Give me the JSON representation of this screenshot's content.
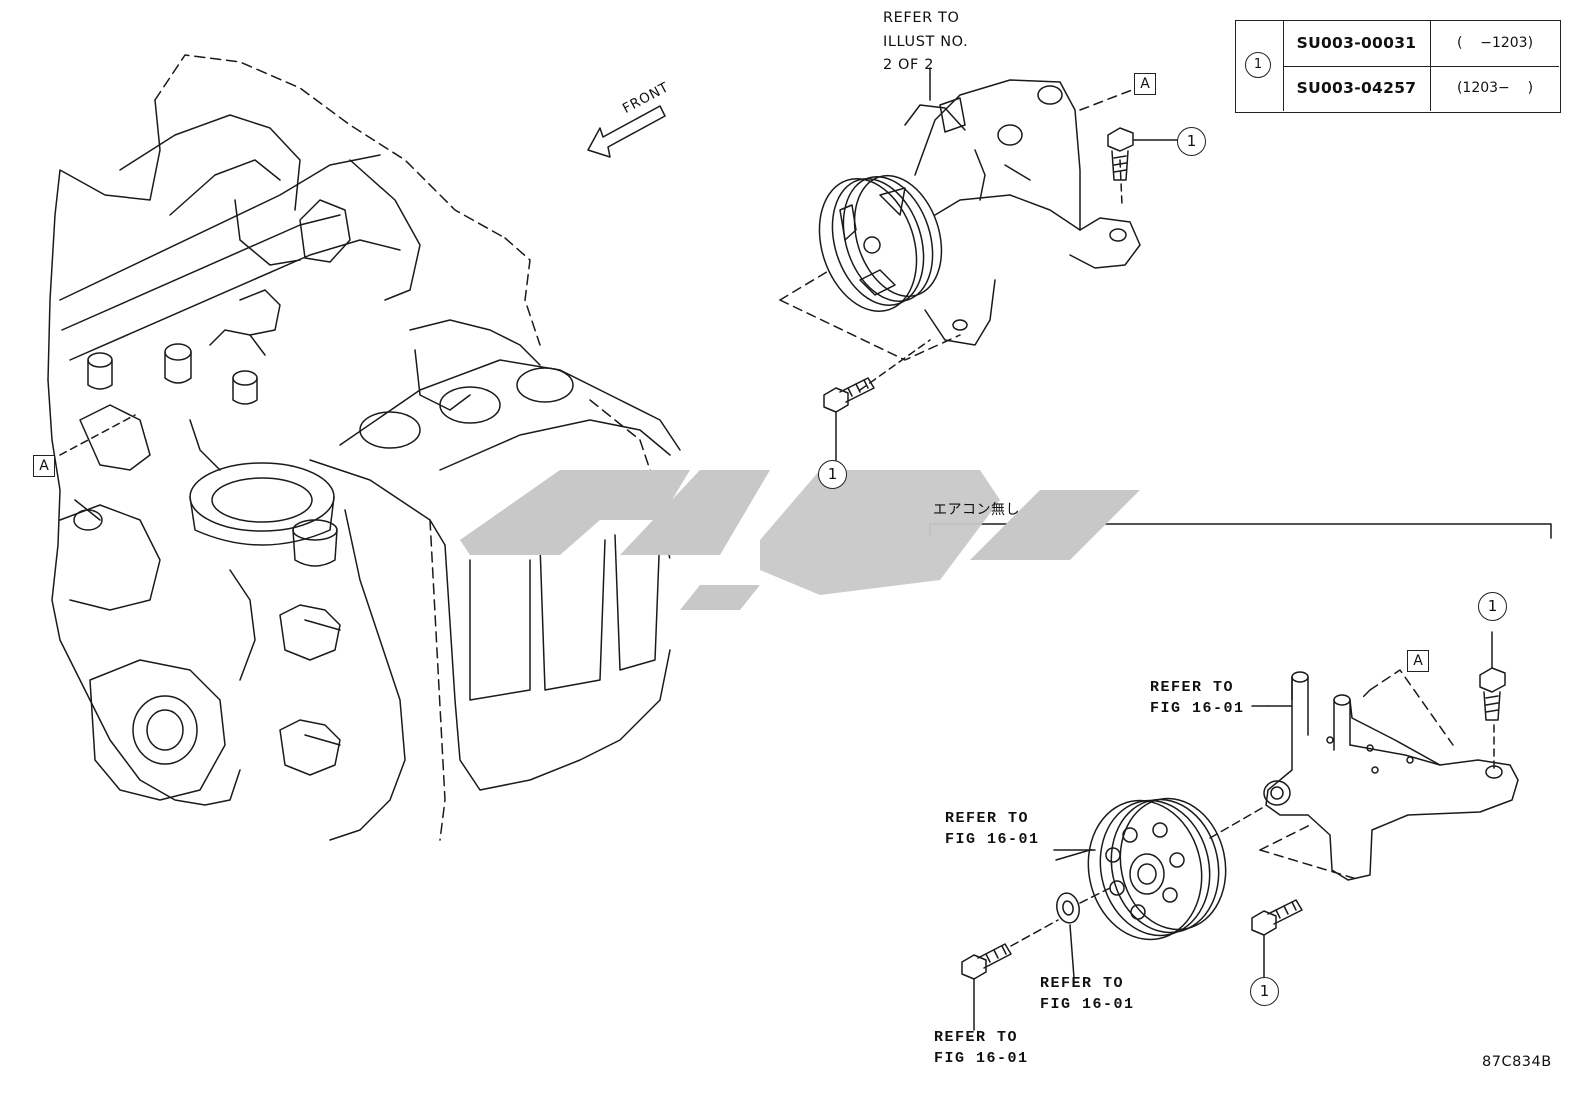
{
  "front_label": "FRONT",
  "marker_a": "A",
  "callout_1": "1",
  "table": {
    "key": "1",
    "rows": [
      {
        "part_no": "SU003-00031",
        "range": "(    −1203)"
      },
      {
        "part_no": "SU003-04257",
        "range": "(1203−    )"
      }
    ]
  },
  "labels": {
    "refer_illust": "REFER TO\nILLUST NO.\n2 OF 2",
    "refer_bracket": "REFER TO\nFIG 16-01",
    "refer_pulley": "REFER TO\nFIG 16-01",
    "refer_washer": "REFER TO\nFIG 16-01",
    "refer_bolt": "REFER TO\nFIG 16-01"
  },
  "section_label": "エアコン無し",
  "illust_code": "87C834B",
  "watermark_color": "#c8c8c8"
}
